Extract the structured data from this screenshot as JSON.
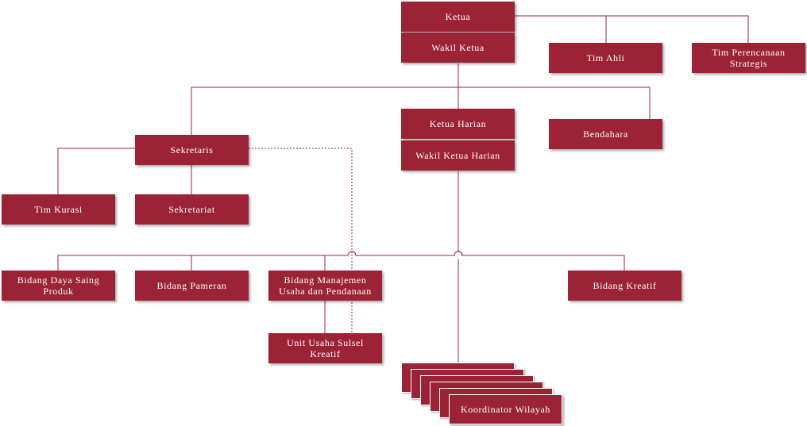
{
  "nodes": {
    "ketua": "Ketua",
    "wakil_ketua": "Wakil Ketua",
    "tim_ahli": "Tim Ahli",
    "tim_perencanaan": "Tim Perencanaan Strategis",
    "ketua_harian": "Ketua Harian",
    "wakil_ketua_harian": "Wakil Ketua Harian",
    "bendahara": "Bendahara",
    "sekretaris": "Sekretaris",
    "tim_kurasi": "Tim Kurasi",
    "sekretariat": "Sekretariat",
    "bidang_daya_saing": "Bidang Daya Saing Produk",
    "bidang_pameran": "Bidang Pameran",
    "bidang_manajemen": "Bidang Manajemen Usaha dan Pendanaan",
    "bidang_kreatif": "Bidang Kreatif",
    "unit_usaha": "Unit Usaha Sulsel Kreatif",
    "koordinator_wilayah": "Koordinator Wilayah"
  },
  "colors": {
    "box_fill": "#9b2335",
    "box_text": "#ffffff",
    "connector": "#9b2335"
  }
}
